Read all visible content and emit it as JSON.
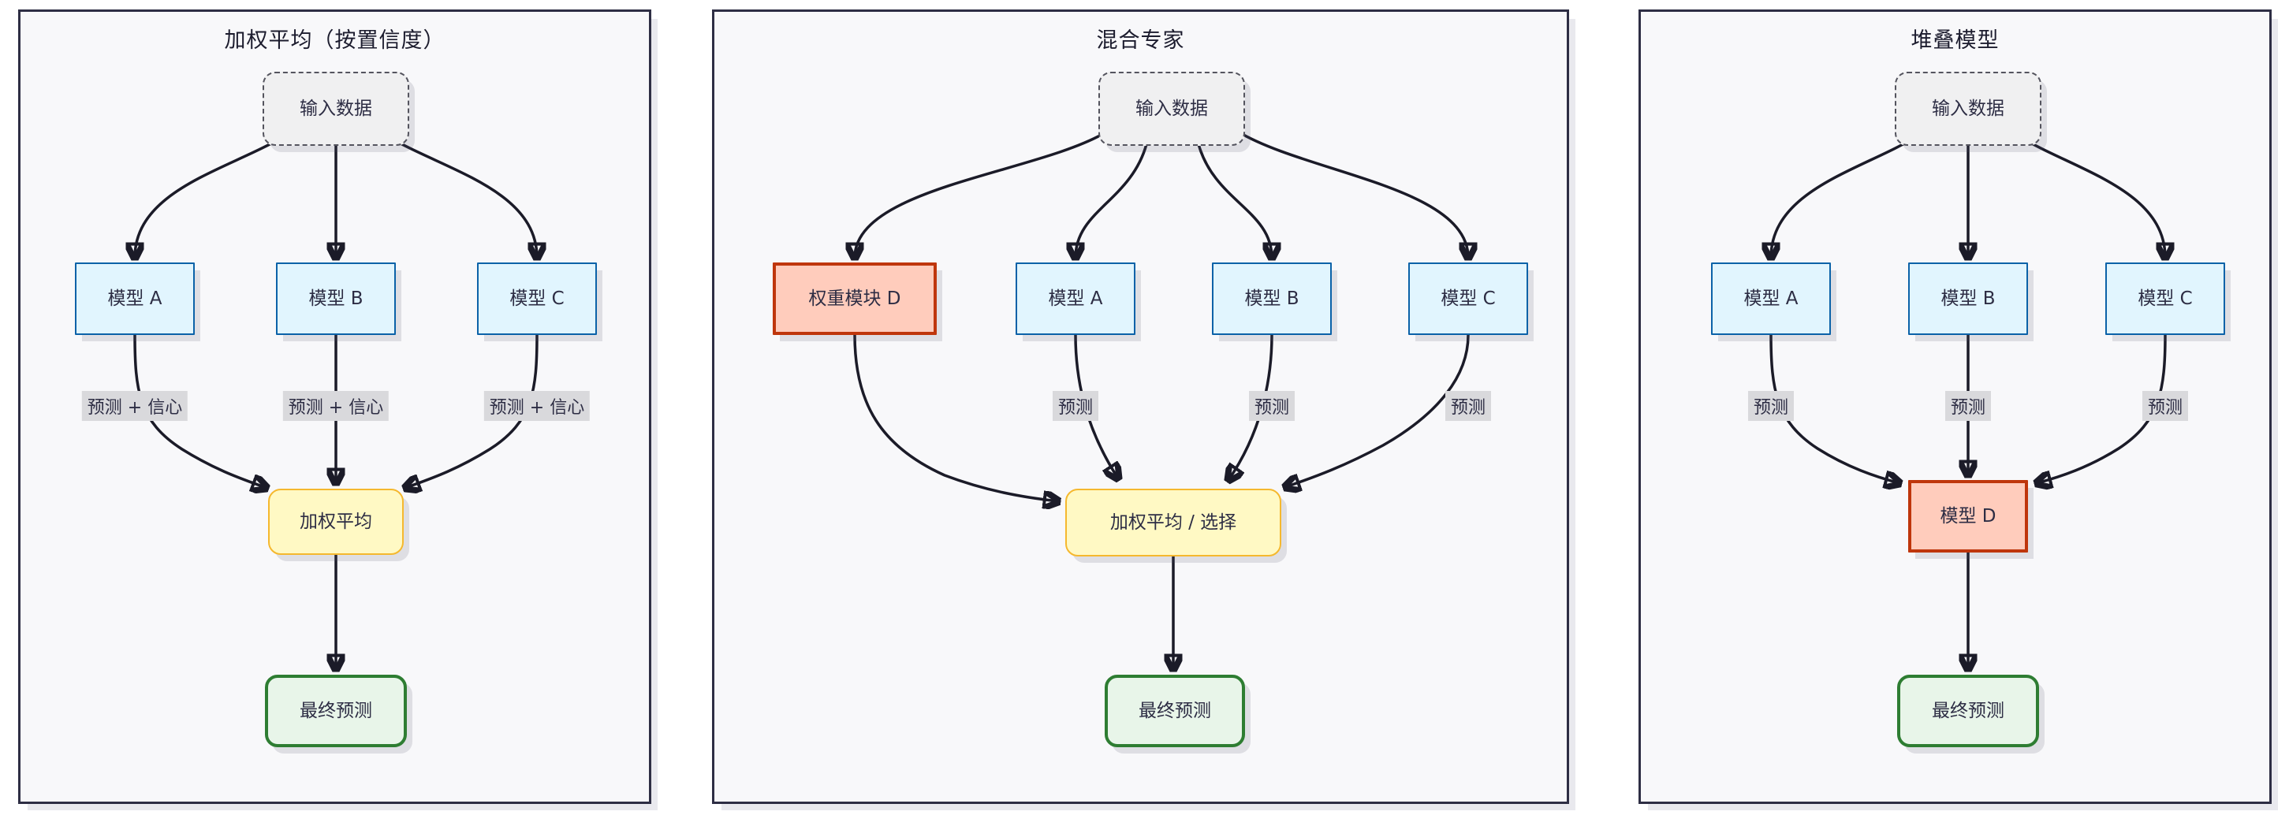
{
  "diagram": {
    "panels": [
      {
        "title": "加权平均（按置信度）",
        "nodes": {
          "input": "输入数据",
          "model_a": "模型 A",
          "model_b": "模型 B",
          "model_c": "模型 C",
          "combine": "加权平均",
          "final": "最终预测"
        },
        "edge_labels": {
          "a": "预测 + 信心",
          "b": "预测 + 信心",
          "c": "预测 + 信心"
        }
      },
      {
        "title": "混合专家",
        "nodes": {
          "weight": "权重模块 D",
          "input": "输入数据",
          "model_a": "模型 A",
          "model_b": "模型 B",
          "model_c": "模型 C",
          "combine": "加权平均 / 选择",
          "final": "最终预测"
        },
        "edge_labels": {
          "a": "预测",
          "b": "预测",
          "c": "预测"
        }
      },
      {
        "title": "堆叠模型",
        "nodes": {
          "input": "输入数据",
          "model_a": "模型 A",
          "model_b": "模型 B",
          "model_c": "模型 C",
          "model_d": "模型 D",
          "final": "最终预测"
        },
        "edge_labels": {
          "a": "预测",
          "b": "预测",
          "c": "预测"
        }
      }
    ],
    "colors": {
      "panel_border": "#2e2e44",
      "panel_background": "#f8f8fa",
      "model_fill": "#e1f5fe",
      "model_border": "#0b62a8",
      "weight_fill": "#ffccbc",
      "weight_border": "#bf360c",
      "combine_fill": "#fff9c4",
      "combine_border": "#f5b82e",
      "final_fill": "#e8f5e9",
      "final_border": "#2e7d32",
      "input_fill": "#f0f0f1",
      "input_border": "#54545e",
      "edge_color": "#1b1b28",
      "edge_label_bg": "#d9d9dc",
      "text": "#2d2d44"
    }
  }
}
